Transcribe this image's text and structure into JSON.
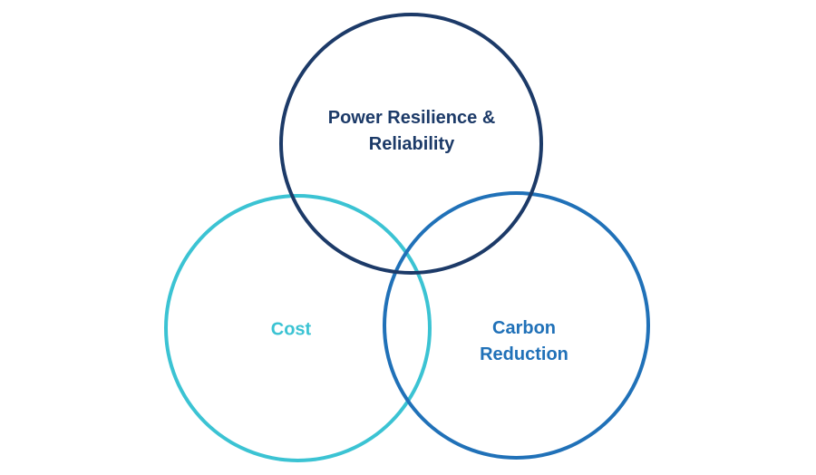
{
  "diagram": {
    "type": "venn",
    "background_color": "#ffffff",
    "circles": [
      {
        "id": "power-resilience-reliability",
        "label": "Power Resilience & Reliability",
        "color": "#1c3a68",
        "position": "top"
      },
      {
        "id": "cost",
        "label": "Cost",
        "color": "#3bc3d3",
        "position": "bottom-left"
      },
      {
        "id": "carbon-reduction",
        "label": "Carbon Reduction",
        "color": "#2071b8",
        "position": "bottom-right"
      }
    ]
  }
}
